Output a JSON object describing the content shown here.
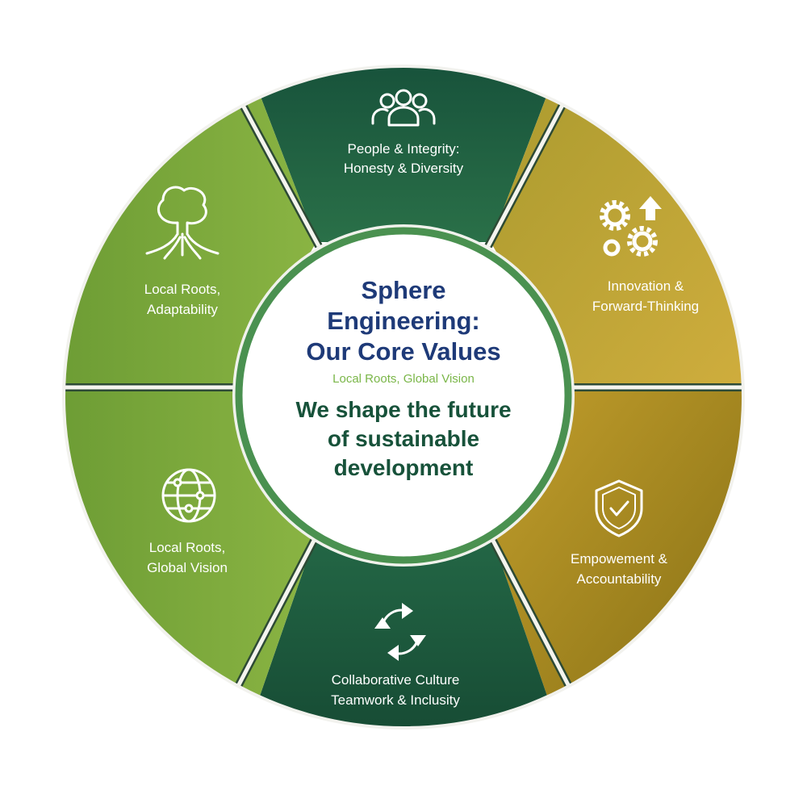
{
  "center": {
    "title_lines": [
      "Sphere",
      "Engineering:",
      "Our Core Values"
    ],
    "subtitle": "Local Roots, Global Vision",
    "tagline_lines": [
      "We shape the future",
      "of sustainable",
      "development"
    ]
  },
  "segments": [
    {
      "id": "people",
      "icon": "people-group-icon",
      "lines": [
        "People & Integrity:",
        "Honesty & Diversity"
      ],
      "color": "#1e5c42"
    },
    {
      "id": "innovation",
      "icon": "gears-arrow-up-icon",
      "lines": [
        "Innovation &",
        "Forward-Thinking"
      ],
      "color": "#c4a73a"
    },
    {
      "id": "empowerment",
      "icon": "shield-check-icon",
      "lines": [
        "Empowement &",
        "Accountability"
      ],
      "color": "#a98a1e"
    },
    {
      "id": "collaboration",
      "icon": "cycle-arrows-icon",
      "lines": [
        "Collaborative Culture",
        "Teamwork & Inclusity"
      ],
      "color": "#1b5039"
    },
    {
      "id": "global",
      "icon": "globe-network-icon",
      "lines": [
        "Local Roots,",
        "Global Vision"
      ],
      "color": "#79a63b"
    },
    {
      "id": "local",
      "icon": "tree-roots-icon",
      "lines": [
        "Local Roots,",
        "Adaptability"
      ],
      "color": "#74a33a"
    }
  ]
}
